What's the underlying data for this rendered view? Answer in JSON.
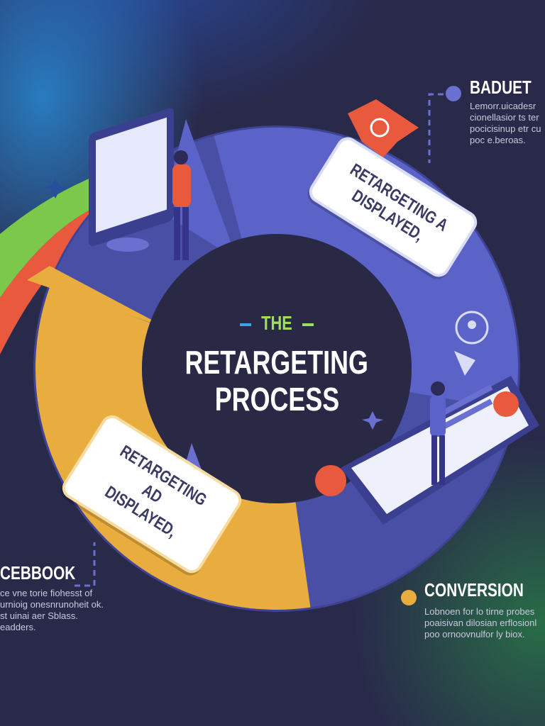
{
  "center": {
    "kicker": "THE",
    "title_line1": "RETARGETING",
    "title_line2": "PROCESS"
  },
  "arrow_labels": {
    "blue": {
      "line1": "RETARGETING A",
      "line2": "DISPLAYED,"
    },
    "yellow": {
      "line1": "RETARGETING AD",
      "line2": "DISPLAYED,"
    }
  },
  "info_blocks": [
    {
      "heading": "BADUET",
      "lines": [
        "Lemorr.uicadesr",
        "cionellasior ts ter",
        "pocicisinup etr cu",
        "poc e.beroas."
      ]
    },
    {
      "heading": "CEBBOOK",
      "lines": [
        "ce vne torie fiohesst of",
        "urnioig onesnrunoheit ok.",
        "st uinai aer Sblass.",
        "eadders."
      ]
    },
    {
      "heading": "CONVERSION",
      "lines": [
        "Lobnoen for lo tirne probes",
        "poaisivan dilosian erflosionl",
        "poo ornoovnulfor ly biox."
      ]
    }
  ],
  "colors": {
    "background": "#29294a",
    "ring": "#4a4fa6",
    "blue_arrow": "#5b63c9",
    "yellow_arrow": "#e8ad3e",
    "center": "#2a2945",
    "accent_green": "#9ce05a"
  }
}
